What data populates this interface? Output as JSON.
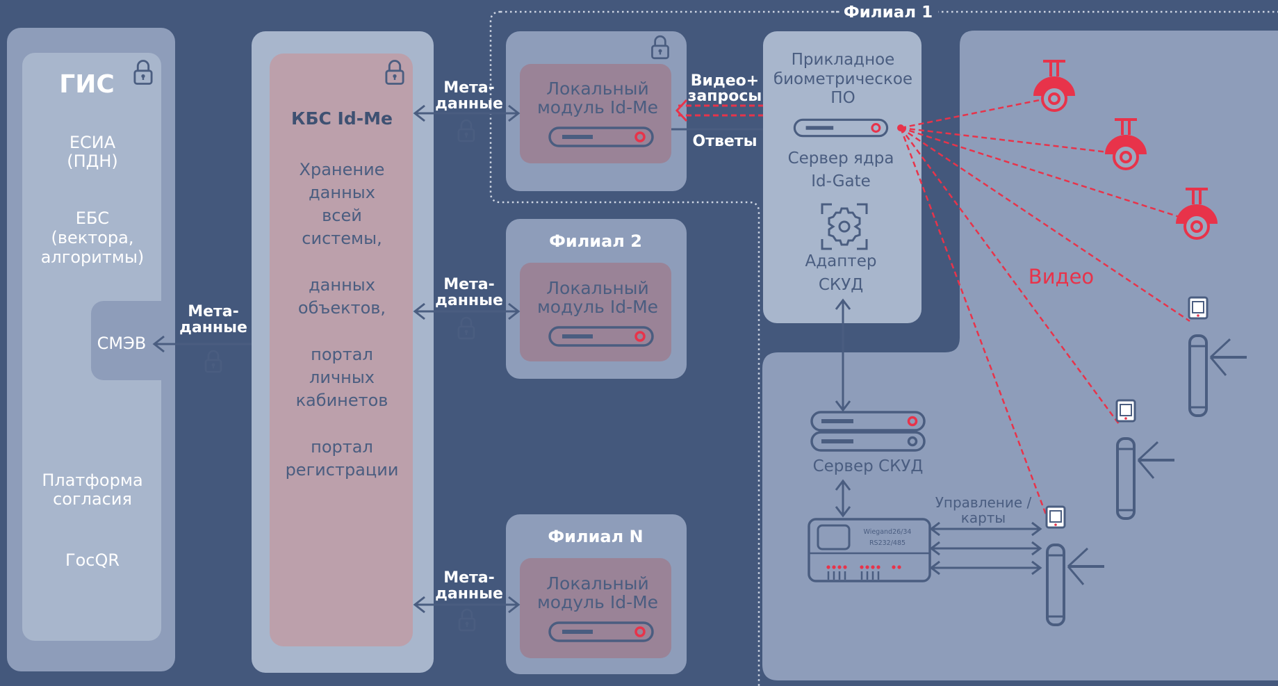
{
  "colors": {
    "background": "#44587c",
    "panel_light": "#8e9dba",
    "panel_inner": "#a8b6cc",
    "panel_mid": "#9aa9c1",
    "kbs_fill": "#bca0ab",
    "module_fill": "#9a8397",
    "accent_red": "#e8334a",
    "line": "#4a5d80"
  },
  "gis": {
    "title": "ГИС",
    "items": [
      {
        "line1": "ЕСИА",
        "line2": "(ПДН)"
      },
      {
        "line1": "ЕБС",
        "line2": "(вектора,",
        "line3": "алгоритмы)"
      },
      {
        "line1": "Платформа",
        "line2": "согласия"
      },
      {
        "line1": "ГосQR"
      }
    ],
    "smev": "СМЭВ"
  },
  "meta_label": {
    "line1": "Мета-",
    "line2": "данные"
  },
  "kbs": {
    "title": "КБС Id-Me",
    "lines": [
      "Хранение",
      "данных",
      "всей",
      "системы,",
      "данных",
      "объектов,",
      "портал",
      "личных",
      "кабинетов",
      "портал",
      "регистрации"
    ]
  },
  "branches": {
    "branch1_title": "Филиал 1",
    "branch2_title": "Филиал 2",
    "branchN_title": "Филиал N",
    "module_line1": "Локальный",
    "module_line2": "модуль Id-Me"
  },
  "flows": {
    "requests_line1": "Видео+",
    "requests_line2": "запросы",
    "answers": "Ответы",
    "video": "Видео",
    "control_line1": "Управление /",
    "control_line2": "карты"
  },
  "core": {
    "software_line1": "Прикладное",
    "software_line2": "биометрическое",
    "software_line3": "ПО",
    "server_line1": "Сервер ядра",
    "server_line2": "Id-Gate",
    "adapter_line1": "Адаптер",
    "adapter_line2": "СКУД"
  },
  "skud": {
    "server": "Сервер СКУД",
    "controller_line1": "Wiegand26/34",
    "controller_line2": "RS232/485"
  }
}
